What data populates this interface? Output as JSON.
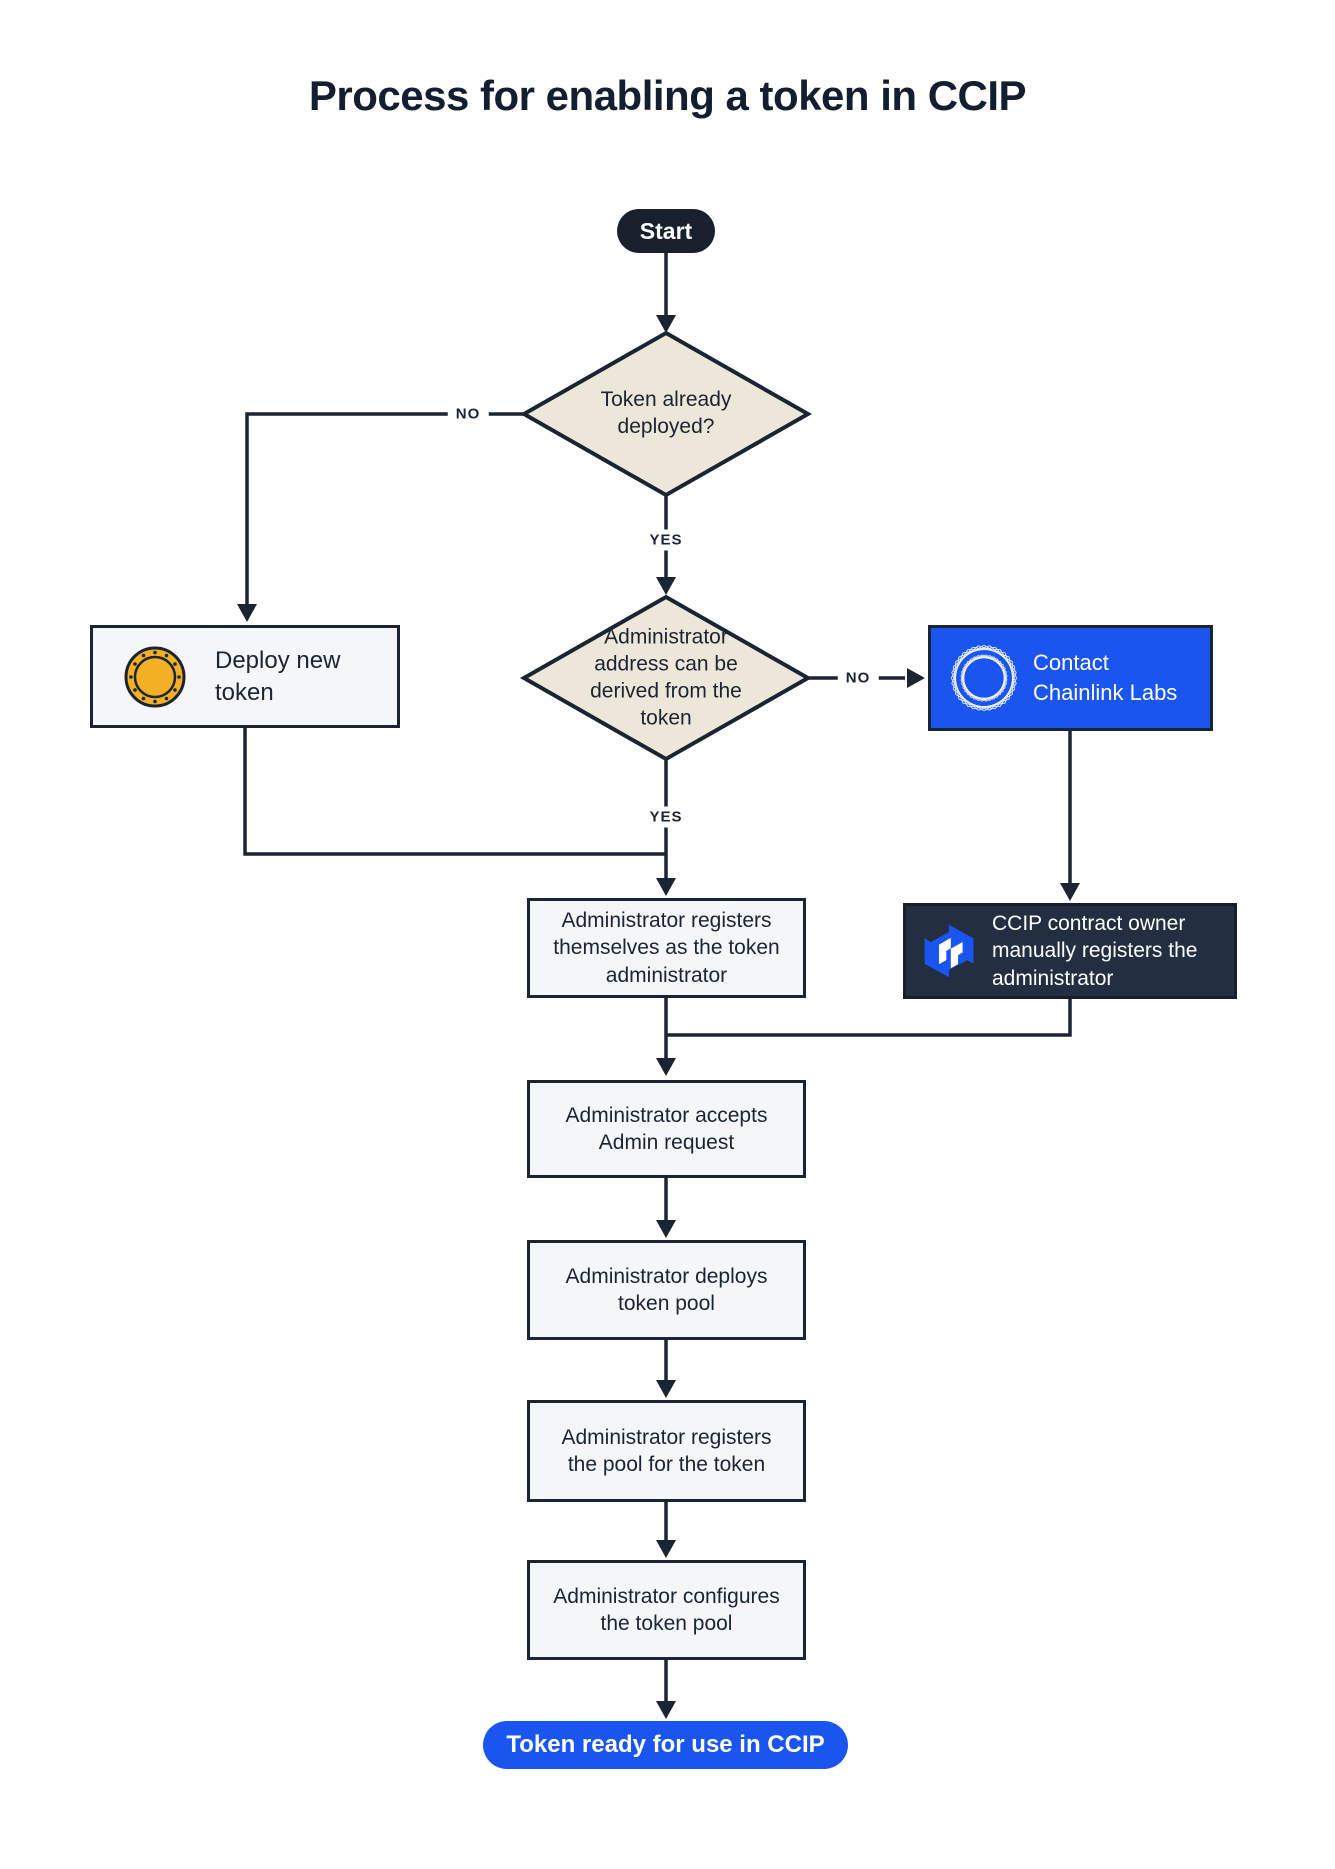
{
  "title": "Process for enabling a token in CCIP",
  "colors": {
    "ink": "#1B2433",
    "diamond_fill": "#EDE7DA",
    "process_fill": "#F4F6FA",
    "accent_blue": "#1A55F0",
    "dark_panel": "#232E41",
    "start_pill": "#18202E",
    "coin_gold": "#F4B024",
    "text_on_dark": "#FFFFFF"
  },
  "nodes": {
    "start": {
      "label": "Start"
    },
    "token_deployed_decision": {
      "label": "Token already deployed?"
    },
    "deploy_new_token": {
      "label": "Deploy new token",
      "icon": "coin-icon"
    },
    "admin_address_decision": {
      "label": "Administrator address can be derived from the token"
    },
    "contact_chainlink_labs": {
      "label": "Contact Chainlink Labs",
      "icon": "chainlink-spiral-icon"
    },
    "admin_registers_self": {
      "label": "Administrator registers themselves as the token administrator"
    },
    "ccip_owner_registers_admin": {
      "label": "CCIP contract owner manually registers the administrator",
      "icon": "ccip-logo-icon"
    },
    "admin_accepts_request": {
      "label": "Administrator accepts Admin request"
    },
    "admin_deploys_pool": {
      "label": "Administrator deploys token pool"
    },
    "admin_registers_pool": {
      "label": "Administrator registers the pool for the token"
    },
    "admin_configures_pool": {
      "label": "Administrator configures the token pool"
    },
    "token_ready": {
      "label": "Token ready for use in CCIP"
    }
  },
  "edge_labels": {
    "token_deployed_no": "NO",
    "token_deployed_yes": "YES",
    "admin_address_no": "NO",
    "admin_address_yes": "YES"
  }
}
